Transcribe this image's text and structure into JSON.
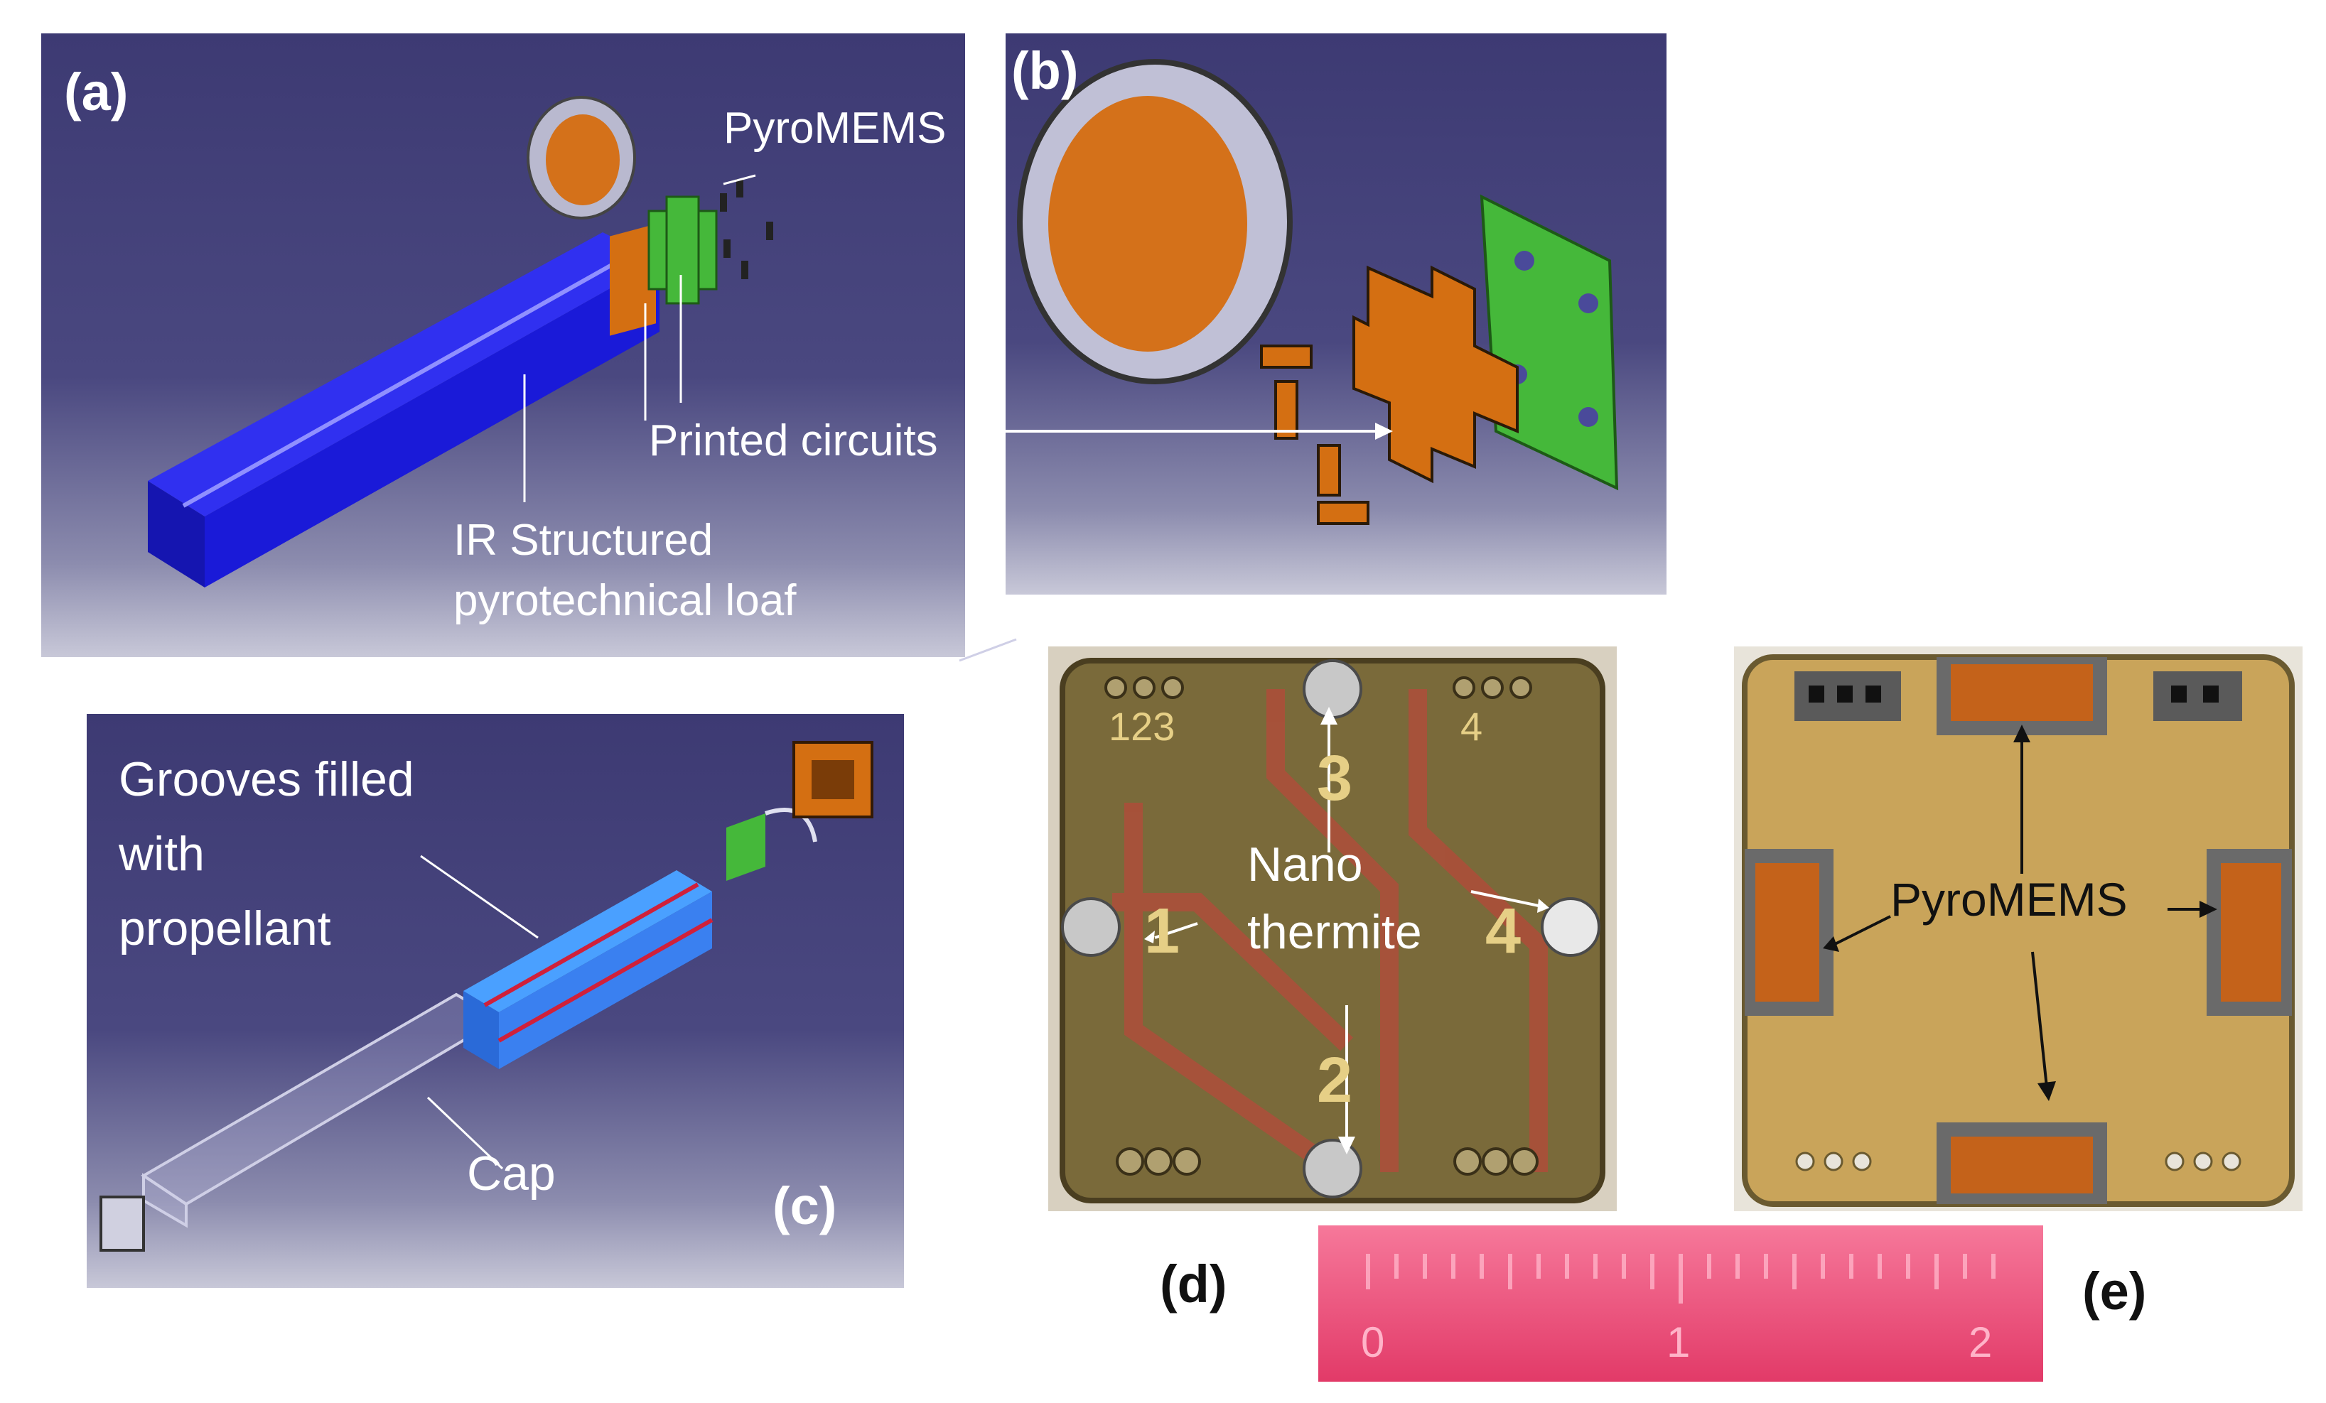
{
  "panels": {
    "a": {
      "label": "(a)",
      "pyromems": "PyroMEMS",
      "printed_circuits": "Printed circuits",
      "loaf_line1": "IR Structured",
      "loaf_line2": "pyrotechnical loaf"
    },
    "b": {
      "label": "(b)"
    },
    "c": {
      "label": "(c)",
      "grooves_line1": "Grooves filled",
      "grooves_line2": "with",
      "grooves_line3": "propellant",
      "cap": "Cap"
    },
    "d": {
      "label": "(d)",
      "nano_line1": "Nano",
      "nano_line2": "thermite",
      "pad_numbers": [
        "1",
        "2",
        "3",
        "4"
      ],
      "header_left": "123",
      "header_right": "4"
    },
    "e": {
      "label": "(e)",
      "pyromems": "PyroMEMS"
    },
    "ruler": {
      "marks": [
        "0",
        "1",
        "2"
      ]
    }
  },
  "colors": {
    "cad_background": "#3d3a73",
    "loaf_blue": "#1a1ad8",
    "copper": "#d46f12",
    "pcb_green": "#45b83a",
    "ruler_pink": "#f0507a",
    "gold_board": "#c9a45a",
    "brown_board": "#7a6a3a"
  }
}
